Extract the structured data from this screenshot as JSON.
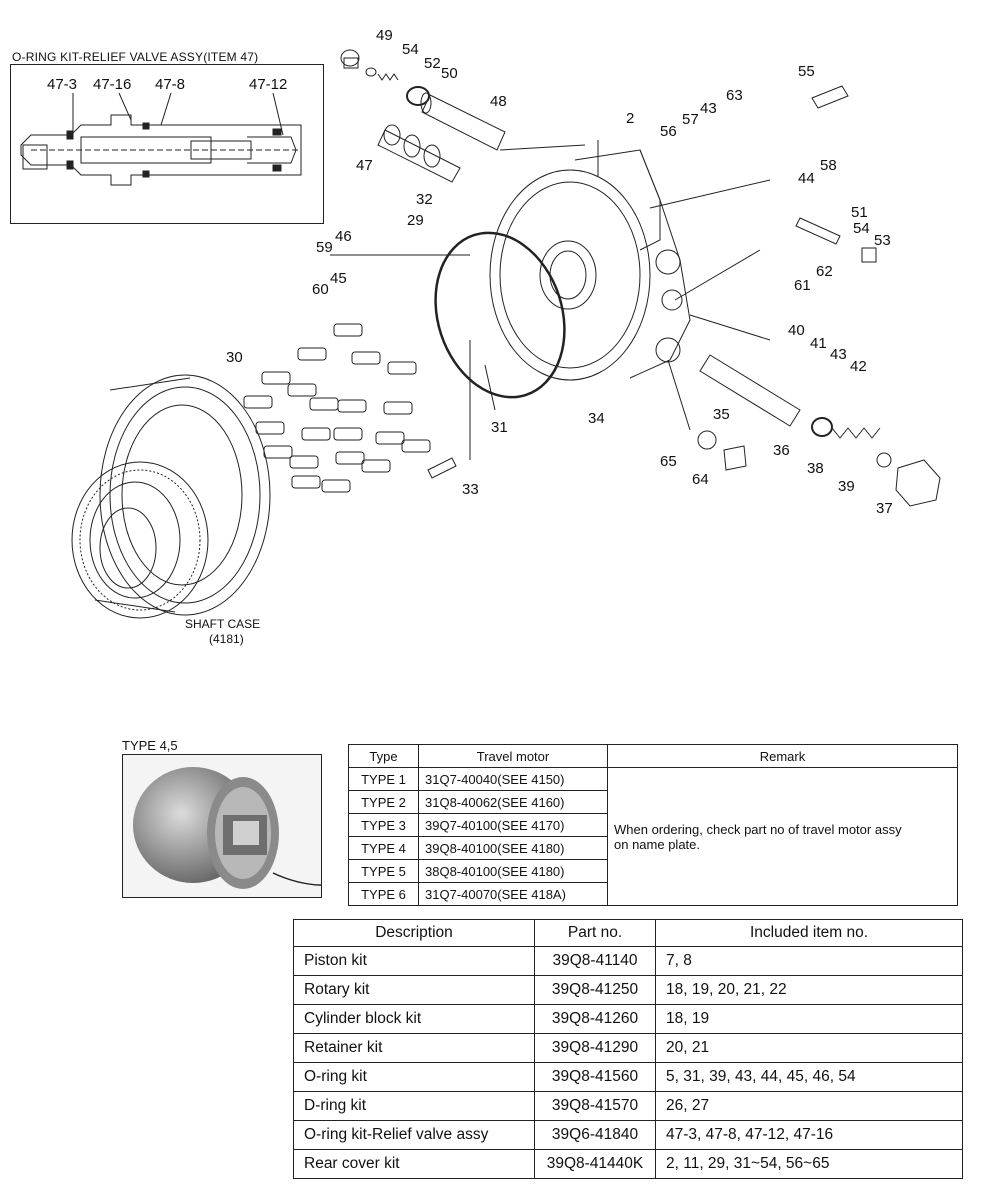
{
  "inset": {
    "title": "O-RING KIT-RELIEF VALVE ASSY(ITEM 47)",
    "labels": [
      "47-3",
      "47-16",
      "47-8",
      "47-12"
    ]
  },
  "callouts": [
    "49",
    "54",
    "52",
    "50",
    "48",
    "2",
    "63",
    "55",
    "43",
    "57",
    "56",
    "58",
    "44",
    "47",
    "32",
    "29",
    "46",
    "59",
    "45",
    "60",
    "51",
    "54",
    "53",
    "62",
    "61",
    "40",
    "41",
    "43",
    "42",
    "30",
    "31",
    "34",
    "35",
    "36",
    "38",
    "39",
    "37",
    "65",
    "64",
    "33"
  ],
  "shaft_case": {
    "line1": "SHAFT CASE",
    "line2": "(4181)"
  },
  "type_caption": "TYPE 4,5",
  "type_table": {
    "headers": [
      "Type",
      "Travel motor",
      "Remark"
    ],
    "rows": [
      {
        "type": "TYPE 1",
        "motor": "31Q7-40040(SEE 4150)"
      },
      {
        "type": "TYPE 2",
        "motor": "31Q8-40062(SEE 4160)"
      },
      {
        "type": "TYPE 3",
        "motor": "39Q7-40100(SEE 4170)"
      },
      {
        "type": "TYPE 4",
        "motor": "39Q8-40100(SEE 4180)"
      },
      {
        "type": "TYPE 5",
        "motor": "38Q8-40100(SEE 4180)"
      },
      {
        "type": "TYPE 6",
        "motor": "31Q7-40070(SEE 418A)"
      }
    ],
    "remark_line1": "When ordering, check part no of travel motor assy",
    "remark_line2": "on name plate."
  },
  "kit_table": {
    "headers": [
      "Description",
      "Part no.",
      "Included item no."
    ],
    "rows": [
      {
        "desc": "Piston kit",
        "part": "39Q8-41140",
        "items": "7, 8"
      },
      {
        "desc": "Rotary kit",
        "part": "39Q8-41250",
        "items": "18, 19, 20, 21, 22"
      },
      {
        "desc": "Cylinder block kit",
        "part": "39Q8-41260",
        "items": "18, 19"
      },
      {
        "desc": "Retainer kit",
        "part": "39Q8-41290",
        "items": "20, 21"
      },
      {
        "desc": "O-ring kit",
        "part": "39Q8-41560",
        "items": "5, 31, 39, 43, 44, 45, 46, 54"
      },
      {
        "desc": "D-ring kit",
        "part": "39Q8-41570",
        "items": "26, 27"
      },
      {
        "desc": "O-ring kit-Relief valve assy",
        "part": "39Q6-41840",
        "items": "47-3, 47-8, 47-12, 47-16"
      },
      {
        "desc": "Rear cover kit",
        "part": "39Q8-41440K",
        "items": "2, 11, 29, 31~54, 56~65"
      }
    ]
  }
}
